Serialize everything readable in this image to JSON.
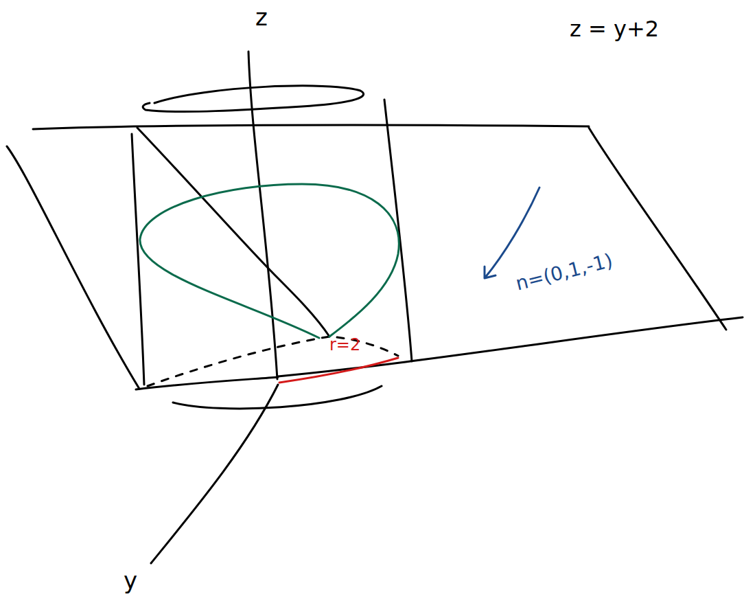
{
  "diagram": {
    "labels": [
      "z",
      "z = y+2",
      "n=(0,1,-1)",
      "r=2",
      "y"
    ]
  }
}
